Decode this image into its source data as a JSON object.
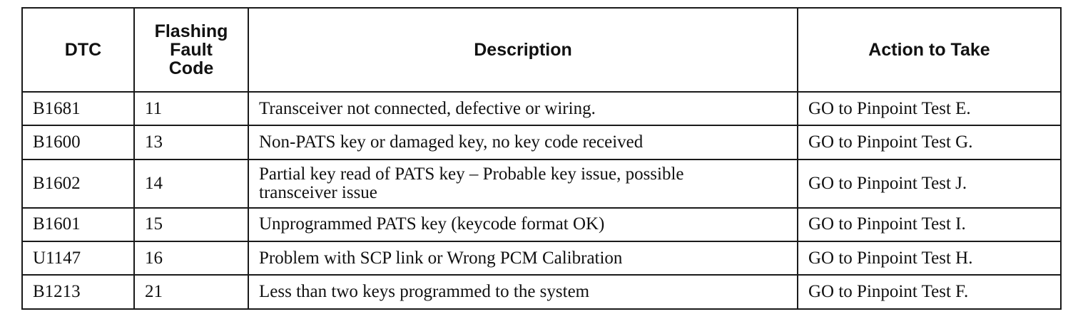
{
  "table": {
    "headers": {
      "dtc": "DTC",
      "code": "Flashing\nFault\nCode",
      "description": "Description",
      "action": "Action to Take"
    },
    "rows": [
      {
        "dtc": "B1681",
        "code": "11",
        "description": "Transceiver not connected, defective or wiring.",
        "action": "GO to Pinpoint Test E."
      },
      {
        "dtc": "B1600",
        "code": "13",
        "description": "Non-PATS key or damaged key, no key code received",
        "action": "GO to Pinpoint Test G."
      },
      {
        "dtc": "B1602",
        "code": "14",
        "description": "Partial key read of PATS key – Probable key issue, possible\ntransceiver issue",
        "action": "GO to Pinpoint Test J."
      },
      {
        "dtc": "B1601",
        "code": "15",
        "description": "Unprogrammed PATS key (keycode format OK)",
        "action": "GO to Pinpoint Test I."
      },
      {
        "dtc": "U1147",
        "code": "16",
        "description": "Problem with SCP link or Wrong PCM Calibration",
        "action": "GO to Pinpoint Test H."
      },
      {
        "dtc": "B1213",
        "code": "21",
        "description": "Less than two keys programmed to the system",
        "action": "GO to Pinpoint Test F."
      }
    ]
  }
}
